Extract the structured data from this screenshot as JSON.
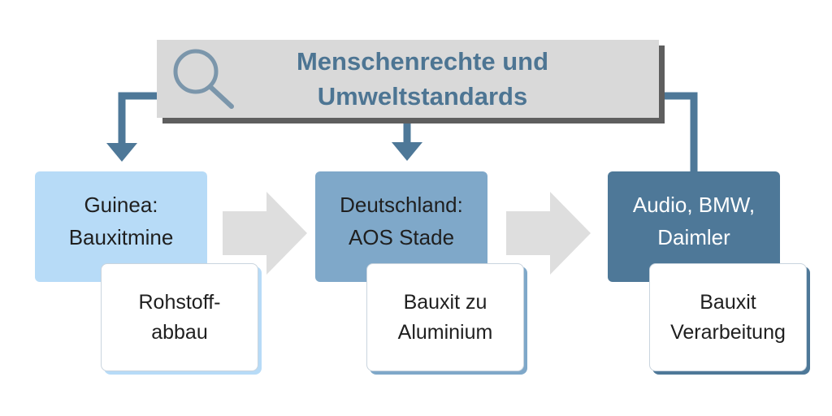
{
  "title": {
    "line1": "Menschenrechte und",
    "line2": "Umweltstandards"
  },
  "stages": [
    {
      "line1": "Guinea:",
      "line2": "Bauxitmine",
      "card_line1": "Rohstoff-",
      "card_line2": "abbau"
    },
    {
      "line1": "Deutschland:",
      "line2": "AOS Stade",
      "card_line1": "Bauxit zu",
      "card_line2": "Aluminium"
    },
    {
      "line1": "Audio, BMW,",
      "line2": "Daimler",
      "card_line1": "Bauxit",
      "card_line2": "Verarbeitung"
    }
  ],
  "colors": {
    "title_text": "#4d7593",
    "banner_bg": "#d9d9d9",
    "stage1": "#b7dbf7",
    "stage2": "#7fa8c9",
    "stage3": "#4e7898",
    "connector": "#4e7898",
    "flow_arrow": "#dedede"
  },
  "icons": {
    "banner": "search-icon",
    "flow": "right-arrow-icon",
    "down": "down-arrow-icon"
  }
}
